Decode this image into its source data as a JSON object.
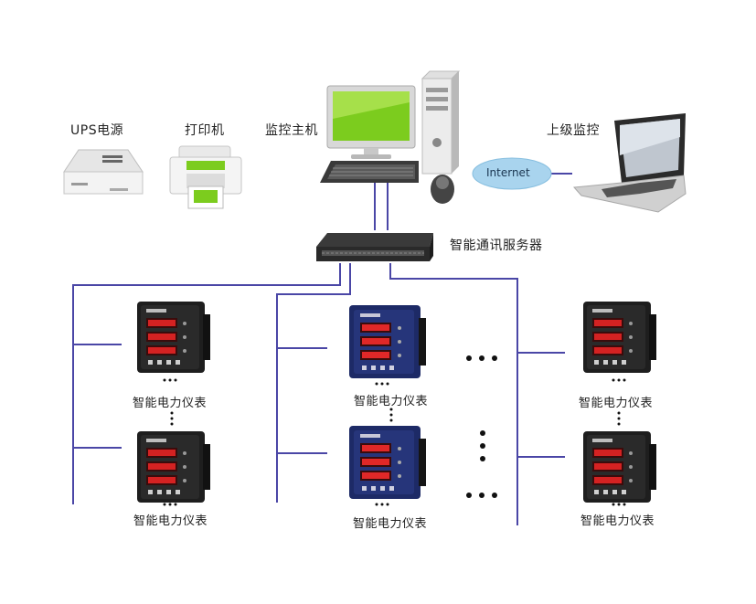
{
  "labels": {
    "ups": "UPS电源",
    "printer": "打印机",
    "host": "监控主机",
    "upper": "上级监控",
    "internet": "Internet",
    "server": "智能通讯服务器",
    "meter": "智能电力仪表"
  },
  "colors": {
    "line": "#4a46a6",
    "meter_dark": "#1e1e1e",
    "meter_blue": "#1d2a66",
    "digit": "#d42222",
    "cloud": "#a9d4ee",
    "screen": "#7ccc1e"
  },
  "icons": [
    "ups-icon",
    "printer-icon",
    "monitor-icon",
    "pc-tower-icon",
    "keyboard-icon",
    "mouse-icon",
    "laptop-icon",
    "switch-icon",
    "power-meter-icon"
  ]
}
